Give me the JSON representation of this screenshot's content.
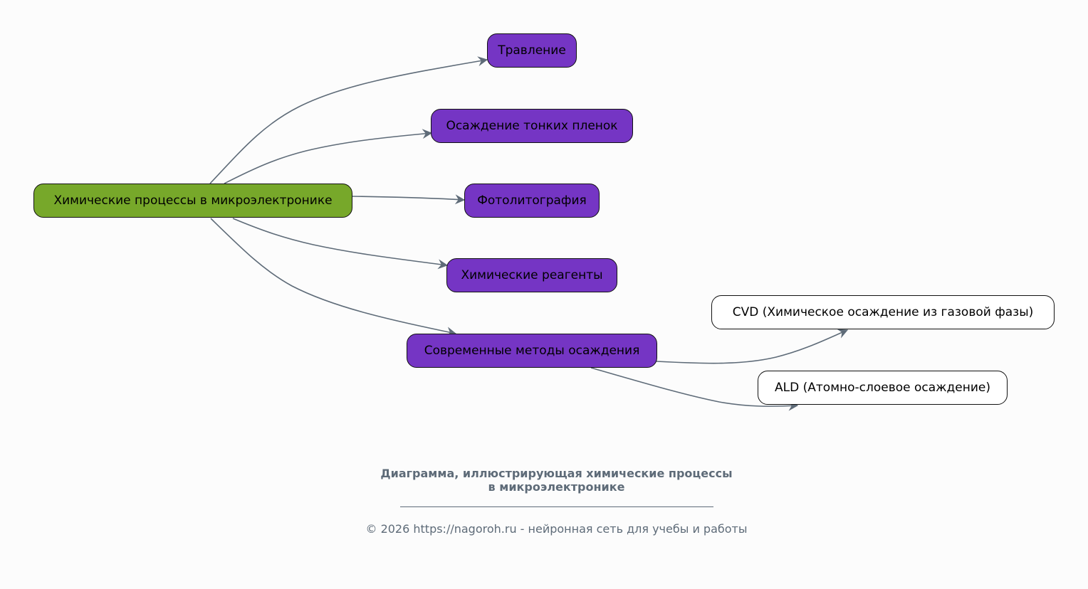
{
  "diagram": {
    "root": "Химические процессы в микроэлектронике",
    "categories": [
      "Травление",
      "Осаждение тонких пленок",
      "Фотолитография",
      "Химические реагенты",
      "Современные методы осаждения"
    ],
    "children_of_modern_methods": [
      "CVD (Химическое осаждение из газовой фазы)",
      "ALD (Атомно-слоевое осаждение)"
    ],
    "colors": {
      "root_fill": "#77a82a",
      "category_fill": "#7535c4",
      "leaf_fill": "#ffffff",
      "edge": "#5e6b78",
      "caption": "#5e6b78"
    }
  },
  "caption": {
    "title_line1": "Диаграмма, иллюстрирующая химические процессы",
    "title_line2": "в микроэлектронике",
    "footer": "© 2026 https://nagoroh.ru - нейронная сеть для учебы и работы"
  }
}
